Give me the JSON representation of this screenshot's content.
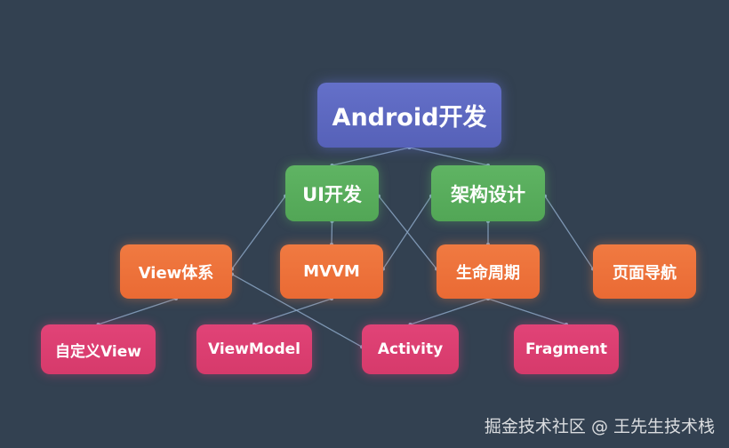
{
  "nodes": {
    "android": "Android开发",
    "ui": "UI开发",
    "architecture": "架构设计",
    "view_system": "View体系",
    "mvvm": "MVVM",
    "lifecycle": "生命周期",
    "navigation": "页面导航",
    "custom_view": "自定义View",
    "viewmodel": "ViewModel",
    "activity": "Activity",
    "fragment": "Fragment"
  },
  "edges": [
    [
      "android",
      "ui"
    ],
    [
      "android",
      "architecture"
    ],
    [
      "ui",
      "view_system"
    ],
    [
      "ui",
      "mvvm"
    ],
    [
      "ui",
      "lifecycle"
    ],
    [
      "architecture",
      "mvvm"
    ],
    [
      "architecture",
      "lifecycle"
    ],
    [
      "architecture",
      "navigation"
    ],
    [
      "view_system",
      "custom_view"
    ],
    [
      "view_system",
      "activity"
    ],
    [
      "mvvm",
      "viewmodel"
    ],
    [
      "lifecycle",
      "activity"
    ],
    [
      "lifecycle",
      "fragment"
    ]
  ],
  "watermark": "掘金技术社区 @ 王先生技术栈",
  "colors": {
    "background": "#334151",
    "level1": "#5d68c1",
    "level2": "#5aad5e",
    "level3": "#ee733c",
    "level4": "#dc3f71",
    "connector": "#8aa5c4"
  }
}
